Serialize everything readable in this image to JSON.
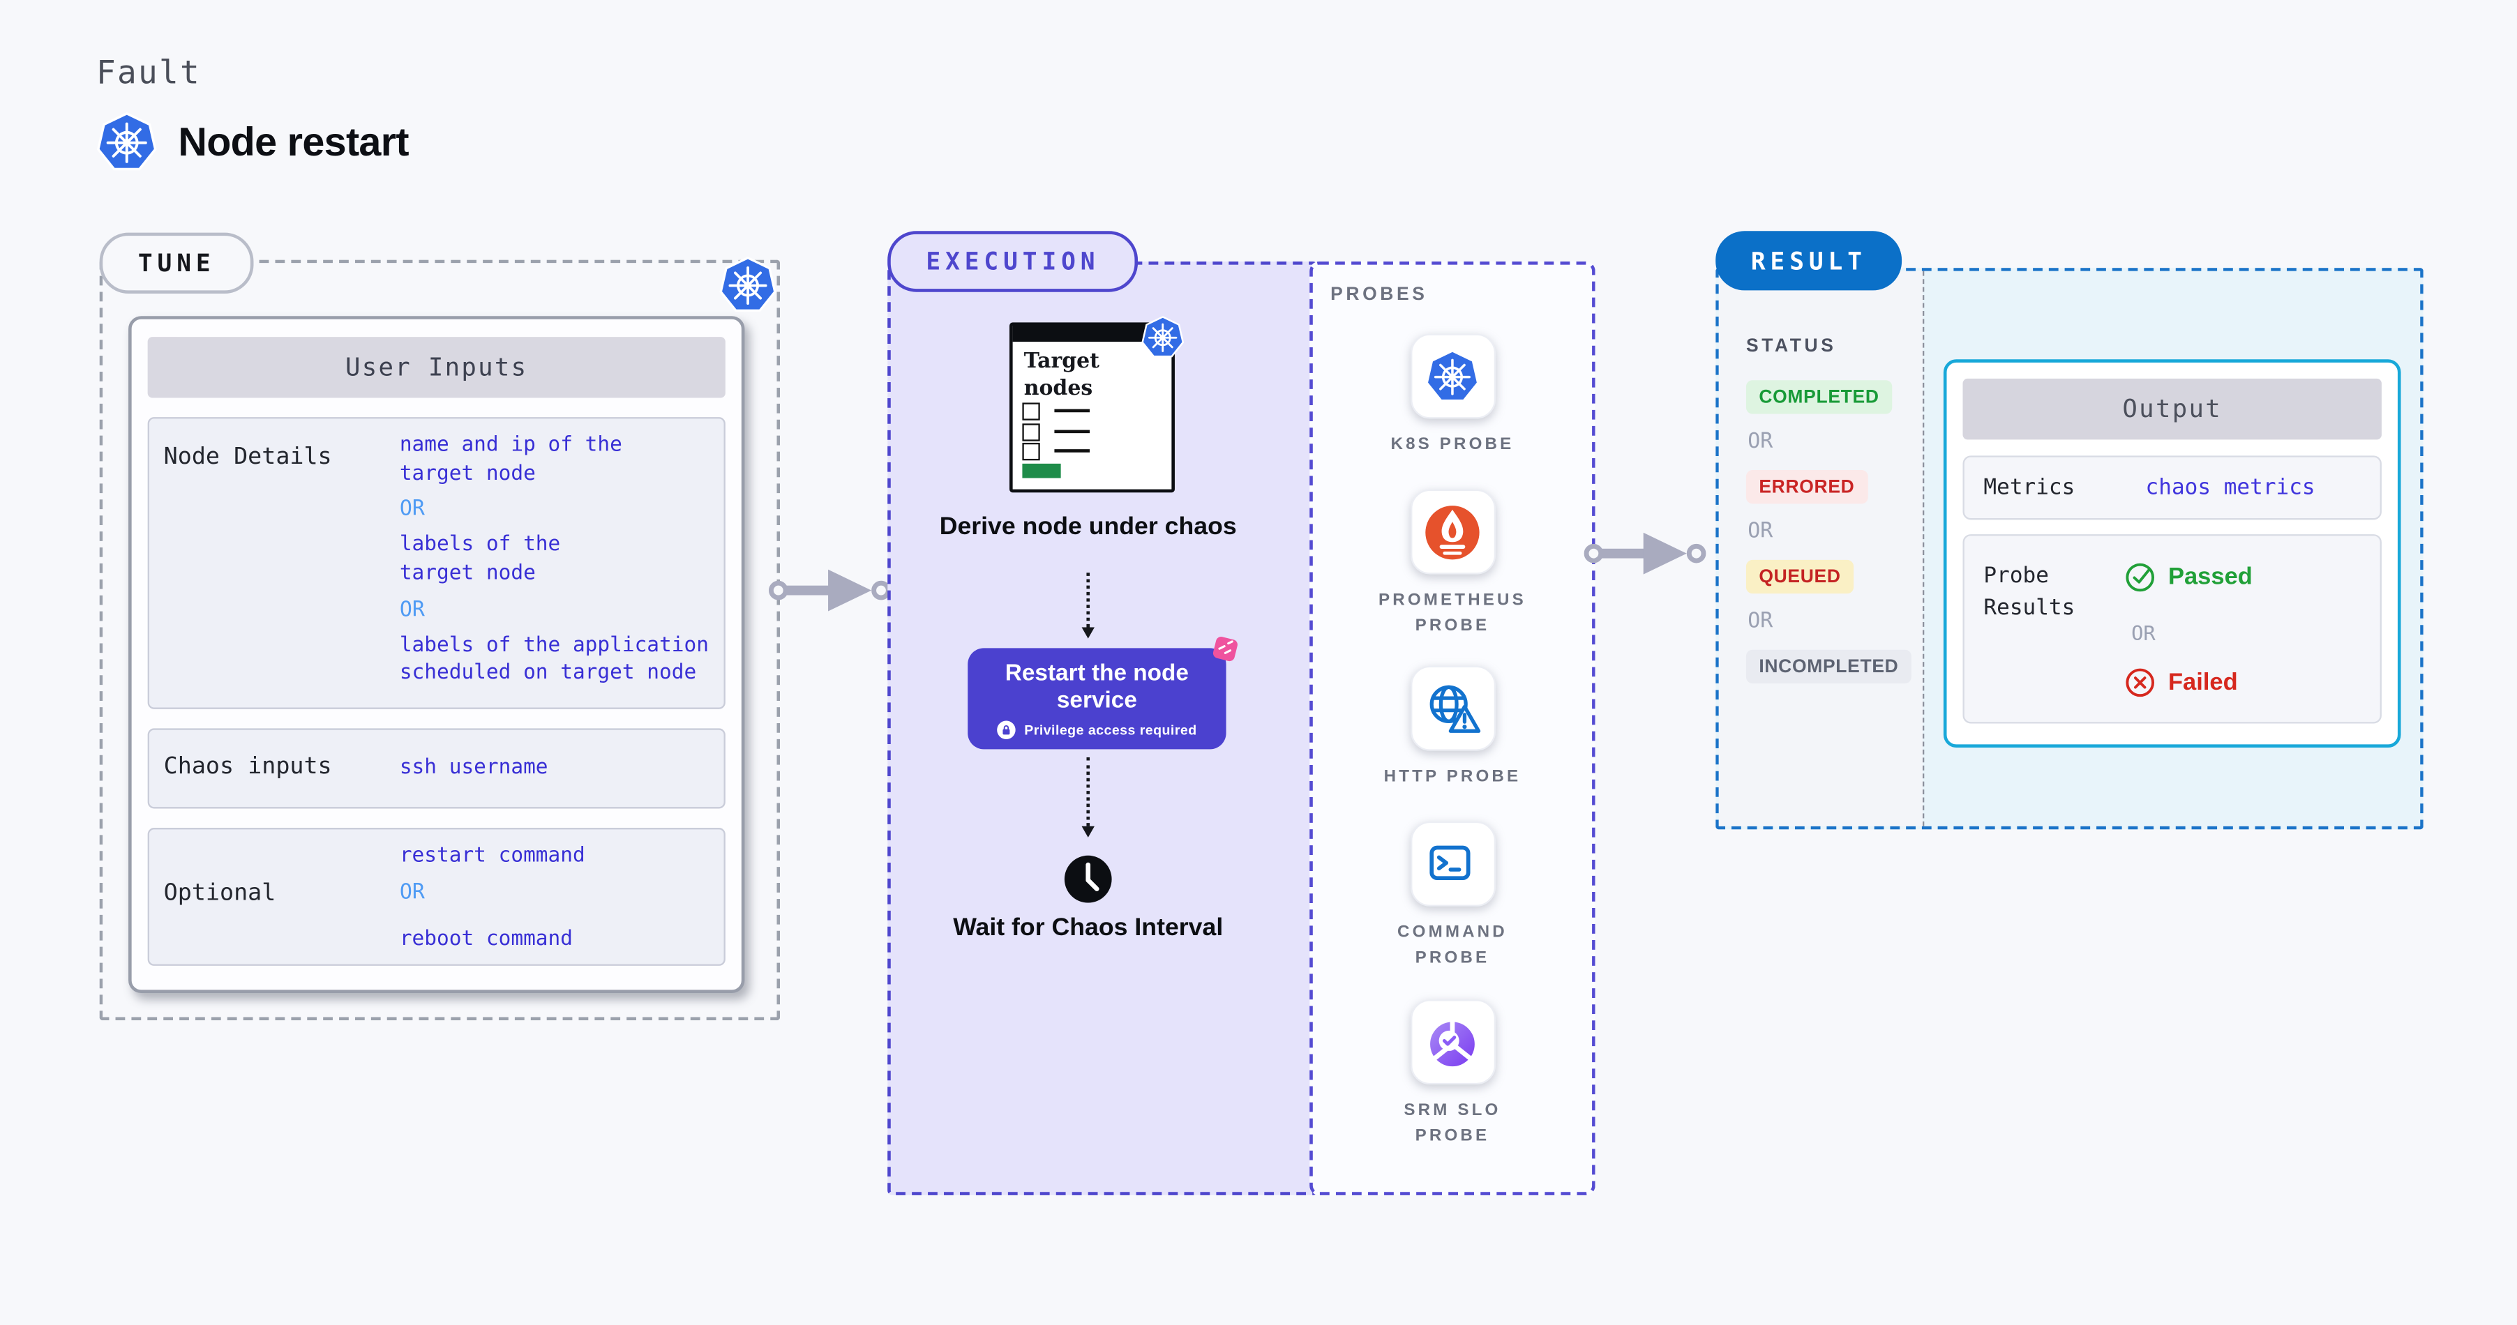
{
  "header": {
    "kicker": "Fault",
    "title": "Node restart"
  },
  "tune": {
    "label": "TUNE",
    "card_title": "User Inputs",
    "rows": [
      {
        "label": "Node Details",
        "values": [
          "name and ip of the\ntarget node",
          "OR",
          "labels of the\ntarget node",
          "OR",
          "labels of the application\n scheduled on target node"
        ]
      },
      {
        "label": "Chaos inputs",
        "values": [
          "ssh username"
        ]
      },
      {
        "label": "Optional",
        "values": [
          "restart command",
          "OR",
          "reboot command"
        ]
      }
    ]
  },
  "execution": {
    "label": "EXECUTION",
    "target_window": {
      "title": "Target nodes"
    },
    "step1": "Derive node under chaos",
    "step2": "Restart the node service",
    "step2_note": "Privilege access required",
    "step3": "Wait for Chaos Interval"
  },
  "probes": {
    "label": "PROBES",
    "items": [
      {
        "label": "K8S PROBE",
        "icon": "kubernetes-icon"
      },
      {
        "label": "PROMETHEUS\nPROBE",
        "icon": "prometheus-icon"
      },
      {
        "label": "HTTP PROBE",
        "icon": "http-globe-icon"
      },
      {
        "label": "COMMAND\nPROBE",
        "icon": "terminal-icon"
      },
      {
        "label": "SRM SLO\nPROBE",
        "icon": "srm-slo-icon"
      }
    ]
  },
  "result": {
    "label": "RESULT",
    "status_label": "STATUS",
    "statuses": [
      {
        "text": "COMPLETED",
        "kind": "completed"
      },
      {
        "text": "OR",
        "kind": "or"
      },
      {
        "text": "ERRORED",
        "kind": "errored"
      },
      {
        "text": "OR",
        "kind": "or"
      },
      {
        "text": "QUEUED",
        "kind": "queued"
      },
      {
        "text": "OR",
        "kind": "or"
      },
      {
        "text": "INCOMPLETED",
        "kind": "incompleted"
      }
    ],
    "output": {
      "title": "Output",
      "metrics_label": "Metrics",
      "metrics_value": "chaos metrics",
      "probe_results_label": "Probe\nResults",
      "passed": "Passed",
      "or": "OR",
      "failed": "Failed"
    }
  },
  "colors": {
    "kubernetes_blue": "#326ce5",
    "execution_purple": "#4e46cd",
    "button_purple": "#4b41cf",
    "chaos_pink": "#ef539e",
    "result_blue": "#0b70c8",
    "output_border": "#18a8d9",
    "value_indigo": "#382fd5",
    "or_blue": "#4f9bf4",
    "prometheus_orange": "#e6522c",
    "passed_green": "#21a038",
    "failed_red": "#d6281e"
  }
}
